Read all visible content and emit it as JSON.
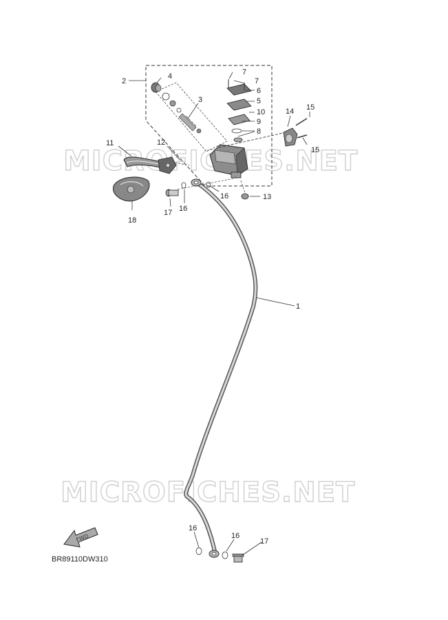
{
  "watermark": "MICROFICHES.NET",
  "diagram_code": "BR89110DW310",
  "fwd_label": "FWD",
  "callouts": {
    "c1": "1",
    "c2": "2",
    "c3": "3",
    "c4": "4",
    "c5": "5",
    "c6": "6",
    "c7a": "7",
    "c7b": "7",
    "c8": "8",
    "c9": "9",
    "c10": "10",
    "c11": "11",
    "c12": "12",
    "c13": "13",
    "c14": "14",
    "c15a": "15",
    "c15b": "15",
    "c16a": "16",
    "c16b": "16",
    "c16c": "16",
    "c16d": "16",
    "c17a": "17",
    "c17b": "17",
    "c18": "18"
  }
}
